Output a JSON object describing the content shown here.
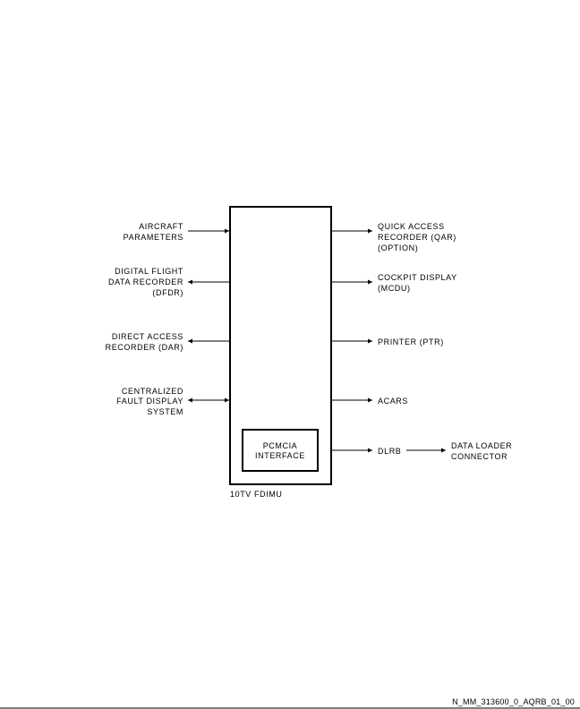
{
  "unit": {
    "main_label": "10TV FDIMU",
    "interface_lines": [
      "PCMCIA",
      "INTERFACE"
    ]
  },
  "inputs_left": [
    {
      "id": "aircraft-parameters",
      "lines": [
        "AIRCRAFT",
        "PARAMETERS"
      ],
      "direction": "into-unit"
    },
    {
      "id": "dfdr",
      "lines": [
        "DIGITAL FLIGHT",
        "DATA RECORDER",
        "(DFDR)"
      ],
      "direction": "out-of-unit"
    },
    {
      "id": "dar",
      "lines": [
        "DIRECT ACCESS",
        "RECORDER (DAR)"
      ],
      "direction": "out-of-unit"
    },
    {
      "id": "cfds",
      "lines": [
        "CENTRALIZED",
        "FAULT DISPLAY",
        "SYSTEM"
      ],
      "direction": "bidirectional"
    }
  ],
  "outputs_right": [
    {
      "id": "qar",
      "lines": [
        "QUICK ACCESS",
        "RECORDER (QAR)",
        "(OPTION)"
      ],
      "direction": "out-of-unit"
    },
    {
      "id": "mcdu",
      "lines": [
        "COCKPIT DISPLAY",
        "(MCDU)"
      ],
      "direction": "out-of-unit"
    },
    {
      "id": "ptr",
      "lines": [
        "PRINTER (PTR)"
      ],
      "direction": "out-of-unit"
    },
    {
      "id": "acars",
      "lines": [
        "ACARS"
      ],
      "direction": "out-of-unit"
    },
    {
      "id": "dlrb",
      "lines": [
        "DLRB"
      ],
      "direction": "out-of-unit"
    }
  ],
  "downstream": {
    "id": "data-loader-connector",
    "lines": [
      "DATA LOADER",
      "CONNECTOR"
    ]
  },
  "figure_reference": "N_MM_313600_0_AQRB_01_00"
}
